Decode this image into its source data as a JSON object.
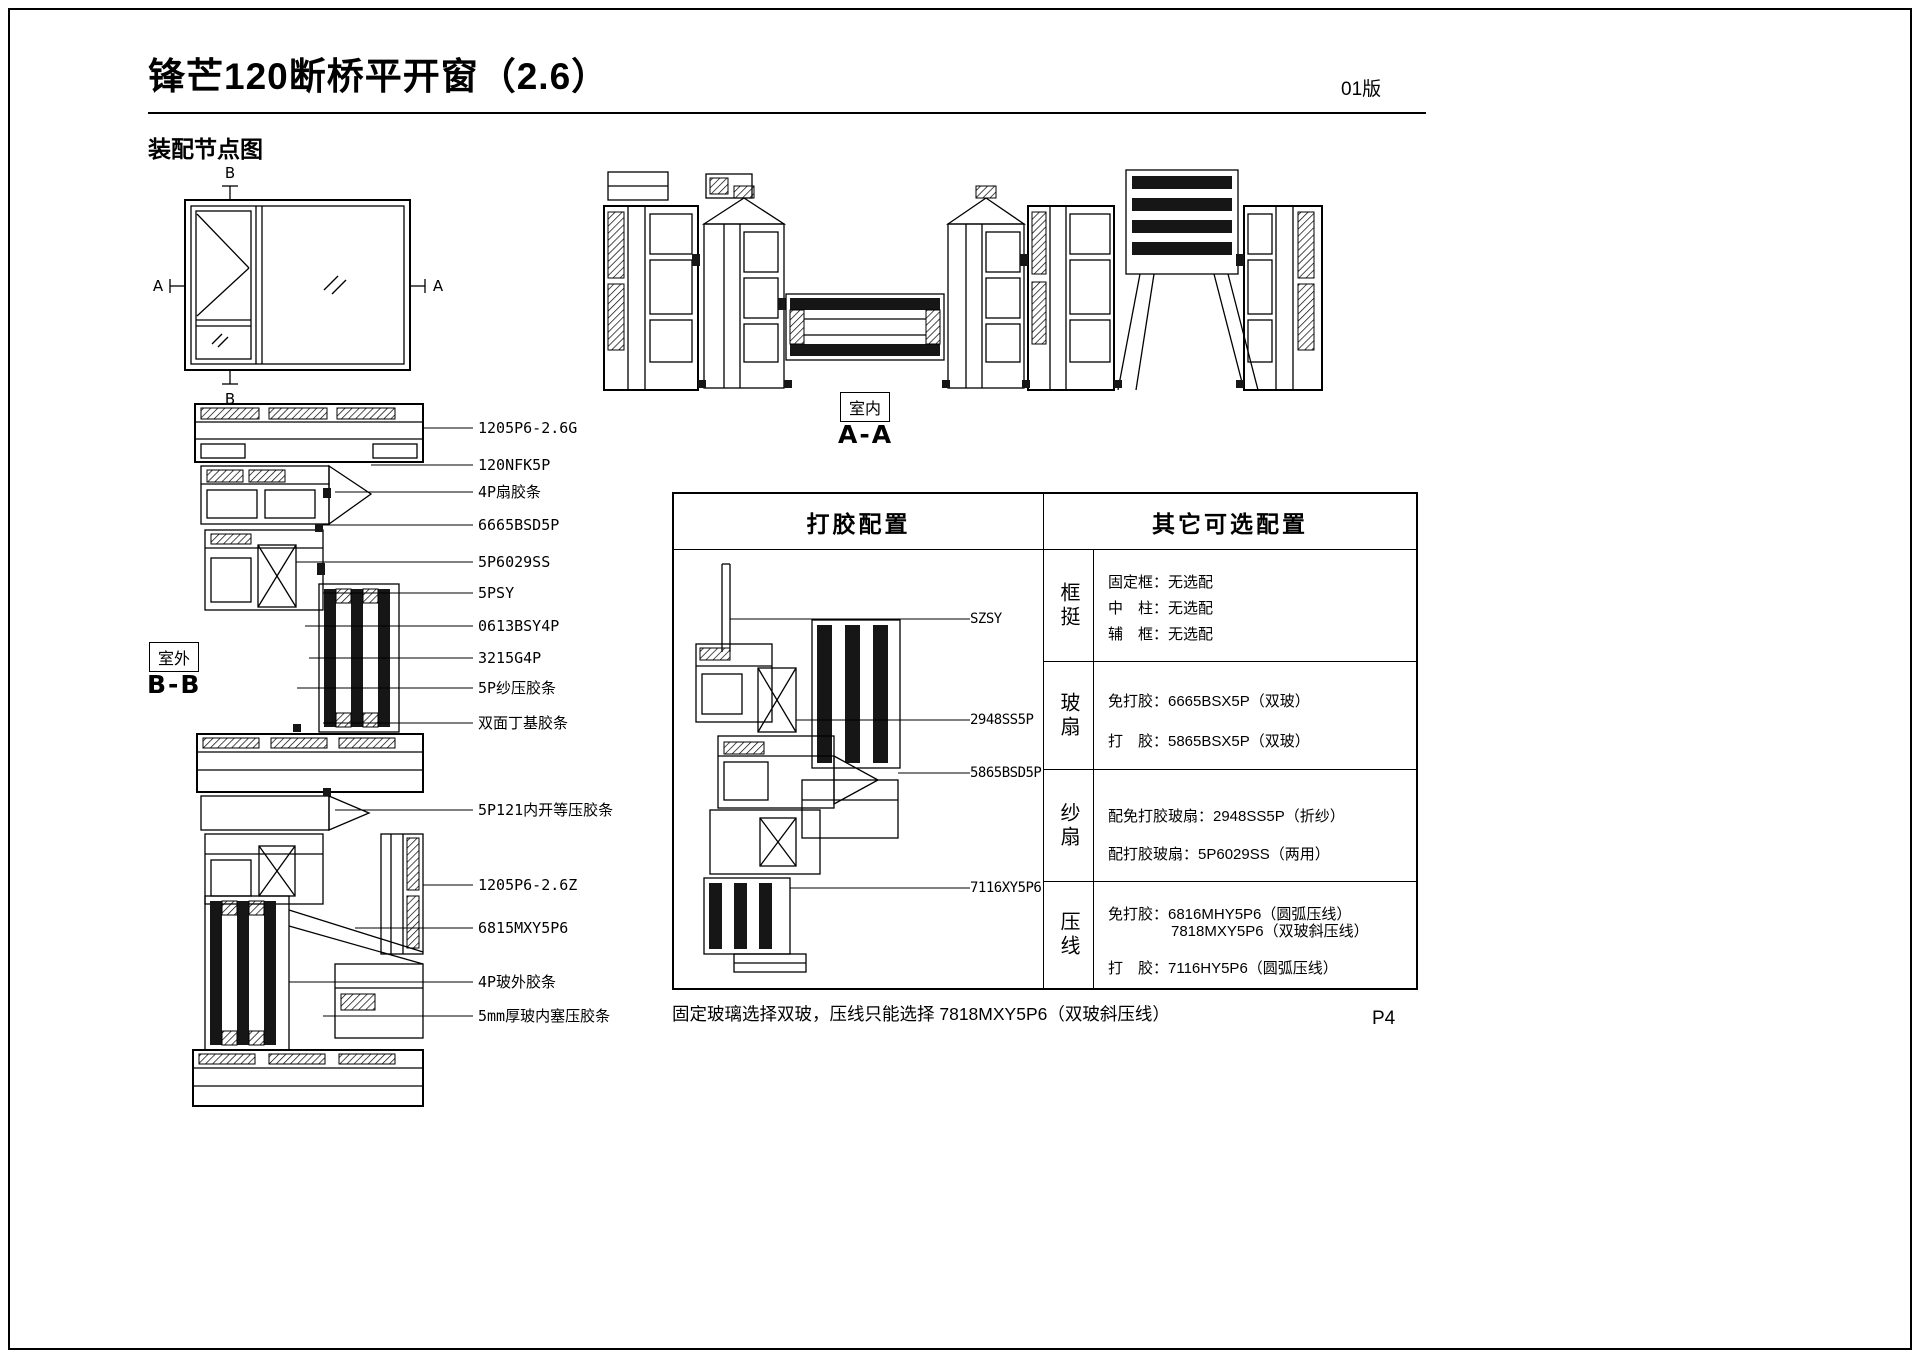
{
  "page": {
    "title": "锋芒120断桥平开窗（2.6）",
    "version": "01版",
    "subtitle": "装配节点图",
    "footer_note": "固定玻璃选择双玻，压线只能选择 7818MXY5P6（双玻斜压线）",
    "page_number": "P4"
  },
  "elevation": {
    "markers": {
      "a_left": "A",
      "a_right": "A",
      "b_top": "B",
      "b_bottom": "B"
    }
  },
  "section_aa": {
    "label": "A-A",
    "room_label": "室内"
  },
  "section_bb": {
    "label": "B-B",
    "room_label": "室外",
    "part_labels": [
      "1205P6-2.6G",
      "120NFK5P",
      "4P扇胶条",
      "6665BSD5P",
      "5P6029SS",
      "5PSY",
      "0613BSY4P",
      "3215G4P",
      "5P纱压胶条",
      "双面丁基胶条",
      "5P121内开等压胶条",
      "1205P6-2.6Z",
      "6815MXY5P6",
      "4P玻外胶条",
      "5mm厚玻内塞压胶条"
    ]
  },
  "table": {
    "header_left": "打胶配置",
    "header_right": "其它可选配置",
    "diagram_labels": [
      "SZSY",
      "2948SS5P",
      "5865BSD5P",
      "7116XY5P6"
    ],
    "rows": [
      {
        "category": "框挺",
        "lines": [
          "固定框：无选配",
          "中　柱：无选配",
          "辅　框：无选配"
        ]
      },
      {
        "category": "玻扇",
        "lines": [
          "免打胶：6665BSX5P（双玻）",
          "打　胶：5865BSX5P（双玻）"
        ]
      },
      {
        "category": "纱扇",
        "lines": [
          "配免打胶玻扇：2948SS5P（折纱）",
          "配打胶玻扇：5P6029SS（两用）"
        ]
      },
      {
        "category": "压线",
        "lines": [
          "免打胶：6816MHY5P6（圆弧压线）",
          "7818MXY5P6（双玻斜压线）",
          "打　胶：7116HY5P6（圆弧压线）"
        ]
      }
    ]
  }
}
